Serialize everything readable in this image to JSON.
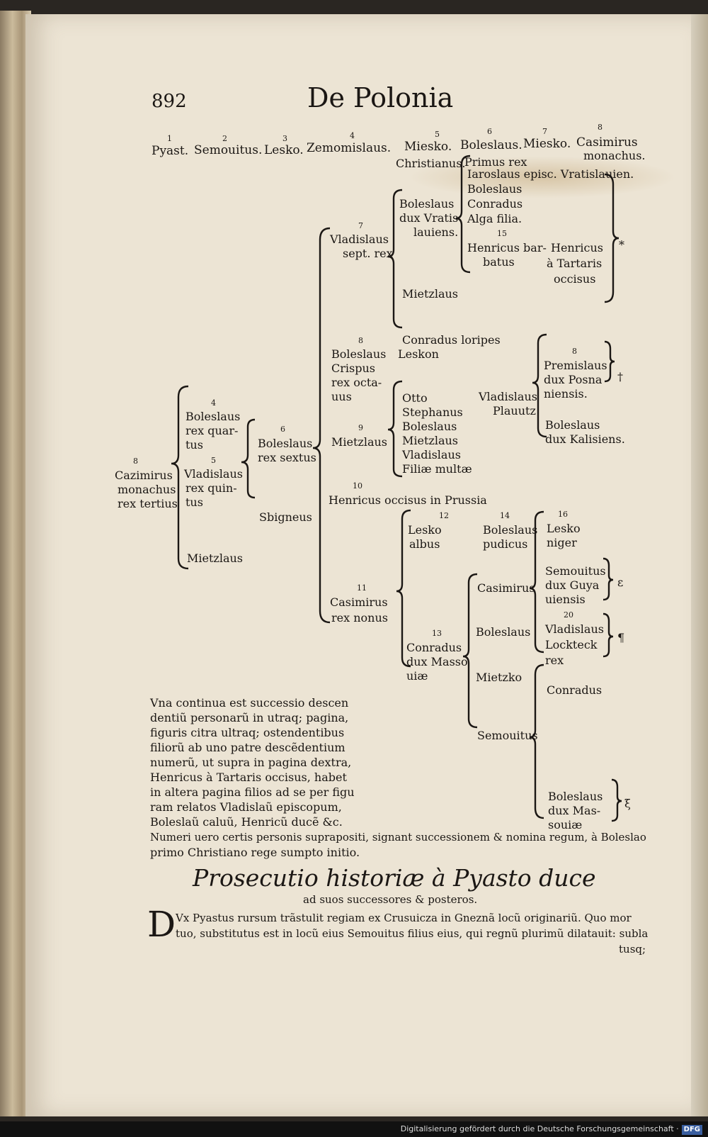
{
  "header": {
    "page_number": "892",
    "title": "De Polonia"
  },
  "genealogy": {
    "top_row": [
      {
        "num": "1",
        "name": "Pyast."
      },
      {
        "num": "2",
        "name": "Semouitus."
      },
      {
        "num": "3",
        "name": "Lesko."
      },
      {
        "num": "4",
        "name": "Zemomislaus."
      },
      {
        "num": "5",
        "name": "Miesko."
      },
      {
        "num": "6",
        "name": "Boleslaus."
      },
      {
        "num": "7",
        "name": "Miesko."
      },
      {
        "num": "8",
        "name": "Casimirus"
      }
    ],
    "top_row_sub": [
      "Christianus.",
      "Primus rex",
      "monachus."
    ],
    "casimir_root": [
      "8",
      "Cazimirus",
      "monachus",
      "rex tertius"
    ],
    "gen_b": {
      "boleslaus_4": [
        "4",
        "Boleslaus",
        "rex quar-",
        "tus"
      ],
      "vladislaus_5": [
        "5",
        "Vladislaus",
        "rex quin-",
        "tus"
      ],
      "mietzlaus": "Mietzlaus"
    },
    "gen_c": {
      "boleslaus_6": [
        "6",
        "Boleslaus",
        "rex sextus"
      ],
      "sbigneus": "Sbigneus"
    },
    "gen_d": {
      "vladislaus_7": [
        "7",
        "Vladislaus",
        "sept. rex"
      ],
      "boleslaus_8": [
        "8",
        "Boleslaus",
        "Crispus",
        "rex octa-",
        "uus"
      ],
      "mietzlaus_9": [
        "9",
        "Mietzlaus"
      ],
      "henricus_10": [
        "10",
        "Henricus occisus in Prussia"
      ],
      "casimirus_11": [
        "11",
        "Casimirus",
        "rex nonus"
      ]
    },
    "gen_e": {
      "boleslaus_vrat": [
        "Boleslaus",
        "dux Vratis",
        "lauiens."
      ],
      "mietzlaus": "Mietzlaus",
      "conradus_loripes": "Conradus loripes",
      "leskon": "Leskon",
      "mietz9_children": [
        "Otto",
        "Stephanus",
        "Boleslaus",
        "Mietzlaus",
        "Vladislaus",
        "Filiæ multæ"
      ],
      "lesko_albus": [
        "12",
        "Lesko",
        "albus"
      ],
      "conradus_13": [
        "13",
        "Conradus",
        "dux Masso",
        "uiæ"
      ]
    },
    "gen_f": {
      "vrat_children": [
        "Iaroslaus episc. Vratislauien.",
        "Boleslaus",
        "Conradus",
        "Alga filia."
      ],
      "henricus_15": [
        "15",
        "Henricus bar-",
        "batus"
      ],
      "vladislaus_plauutz": [
        "Vladislaus",
        "Plauutz"
      ],
      "boleslaus_pudicus": [
        "14",
        "Boleslaus",
        "pudicus"
      ],
      "conrad13_children": [
        "Casimirus",
        "Boleslaus",
        "Mietzko",
        "Semouitus"
      ]
    },
    "gen_g": {
      "henricus_tart": [
        "Henricus",
        "à Tartaris",
        "occisus"
      ],
      "premislaus": [
        "8",
        "Premislaus",
        "dux Posna",
        "niensis."
      ],
      "boleslaus_kal": [
        "Boleslaus",
        "dux Kalisiens."
      ],
      "lesko_niger": [
        "16",
        "Lesko",
        "niger"
      ],
      "semouitus": [
        "Semouitus",
        "dux Guya",
        "uiensis"
      ],
      "vladislaus_20": [
        "20",
        "Vladislaus",
        "Lockteck",
        "rex"
      ],
      "conradus": "Conradus",
      "boleslaus_massouiae": [
        "Boleslaus",
        "dux Mas-",
        "souiæ"
      ]
    },
    "marks": {
      "star": "*",
      "dagger": "†",
      "epsilon": "ε",
      "pilcrow": "¶",
      "xi": "ξ"
    }
  },
  "note": [
    "Vna continua est successio descen",
    "dentiũ personarũ in utraq; pagina,",
    "figuris citra ultraq; ostendentibus",
    "filiorũ ab uno patre descẽdentium",
    "numerũ, ut supra in pagina dextra,",
    "Henricus à Tartaris occisus, habet",
    "in altera pagina filios ad se per figu",
    "ram relatos Vladislaũ episcopum,",
    "Boleslaũ caluũ, Henricũ ducẽ &c."
  ],
  "note_full": [
    "Numeri uero certis personis suprapositi, signant successionem & nomina regum, à Boleslao",
    "primo Christiano rege sumpto initio."
  ],
  "section": {
    "title": "Prosecutio historiæ à Pyasto duce",
    "subtitle": "ad suos successores & posteros.",
    "initial": "D",
    "body": [
      "Vx Pyastus rursum trãstulit regiam ex Crusuicza in Gneznã locũ originariũ. Quo mor",
      "tuo, substitutus est in locũ eius Semouitus filius eius, qui regnũ plurimũ dilatauit: subla"
    ],
    "catchword": "tusq;"
  },
  "footer": {
    "text": "Digitalisierung gefördert durch die Deutsche Forschungsgemeinschaft ·",
    "logo": "DFG"
  }
}
